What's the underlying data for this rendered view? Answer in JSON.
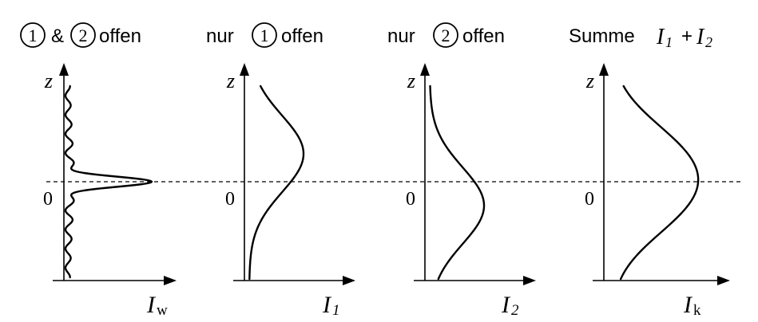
{
  "panels": [
    {
      "title_prefix": "",
      "title_circle1": "1",
      "title_mid": "&",
      "title_circle2": "2",
      "title_suffix": "offen",
      "z_label": "z",
      "zero_label": "0",
      "x_label_main": "I",
      "x_label_sub": "w"
    },
    {
      "title_prefix": "nur",
      "title_circle": "1",
      "title_suffix": "offen",
      "z_label": "z",
      "zero_label": "0",
      "x_label_main": "I",
      "x_label_sub": "1"
    },
    {
      "title_prefix": "nur",
      "title_circle": "2",
      "title_suffix": "offen",
      "z_label": "z",
      "zero_label": "0",
      "x_label_main": "I",
      "x_label_sub": "2"
    },
    {
      "title_prefix": "Summe",
      "title_i1_main": "I",
      "title_i1_sub": "1",
      "title_plus": "+",
      "title_i2_main": "I",
      "title_i2_sub": "2",
      "z_label": "z",
      "zero_label": "0",
      "x_label_main": "I",
      "x_label_sub": "k"
    }
  ]
}
